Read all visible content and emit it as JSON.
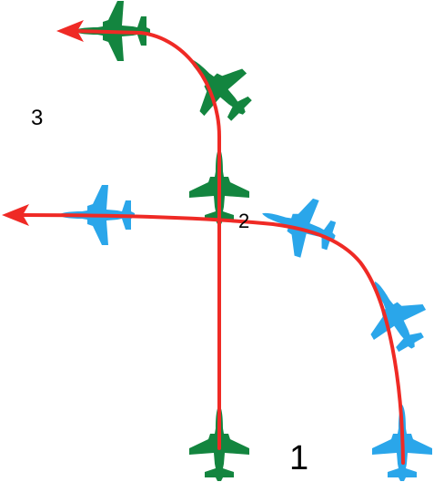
{
  "labels": {
    "one": "1",
    "two": "2",
    "three": "3"
  },
  "colors": {
    "path": "#ef2a25",
    "green_jet": "#13853f",
    "blue_jet": "#2aa6ea",
    "background": "#ffffff"
  },
  "icons": {
    "jet": "fighter-jet-icon",
    "arrow": "arrowhead-icon"
  }
}
